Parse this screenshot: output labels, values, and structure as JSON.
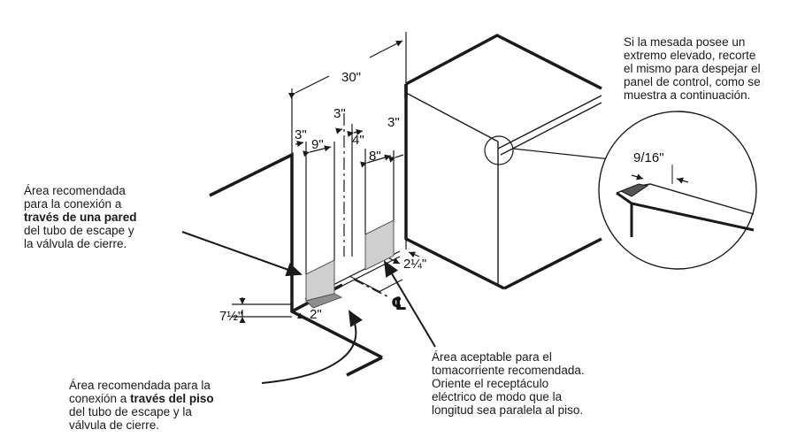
{
  "notes": {
    "countertop": {
      "lines": [
        "Si la mesada posee un",
        "extremo elevado, recorte",
        "el mismo para despejar el",
        "panel de control, como se",
        "muestra a continuación."
      ]
    },
    "wall": {
      "line1": "Área recomendada",
      "line2": "para la conexión a",
      "bold": "través de una pared",
      "line4": "del tubo de escape y",
      "line5": "la válvula de cierre."
    },
    "floor": {
      "line1": "Área recomendada para la",
      "line2_pre": "conexión a ",
      "bold": "través del piso",
      "line3": "del tubo de escape y la",
      "line4": "válvula de cierre."
    },
    "outlet": {
      "lines": [
        "Área aceptable para el",
        "tomacorriente recomendada.",
        "Oriente el receptáculo",
        "eléctrico de modo que la",
        "longitud sea paralela al piso."
      ]
    }
  },
  "dimensions": {
    "width_total": "30\"",
    "left_offset": "3\"",
    "center_offset": "3\"",
    "right_offset": "3\"",
    "wall_area_width": "9\"",
    "center_gap": "4\"",
    "outlet_area_width": "8\"",
    "detail_clearance": "9/16\"",
    "outlet_depth": "2¼\"",
    "floor_height": "7½\"",
    "floor_depth": "2\"",
    "centerline": "℄"
  },
  "colors": {
    "line": "#1a1a1a",
    "shade": "#c8c8c8",
    "shade_dark": "#8a8a8a"
  }
}
